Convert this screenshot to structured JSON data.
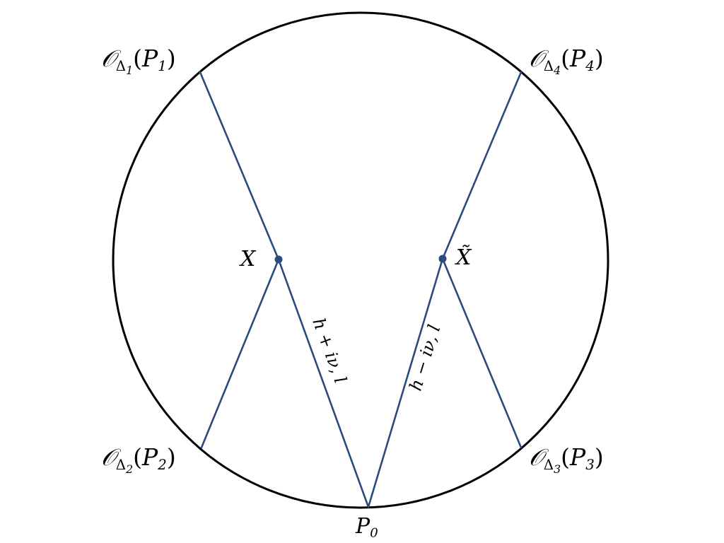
{
  "diagram": {
    "circle_color": "#000000",
    "line_color": "#2a4b7c",
    "vertex_color": "#2a4b7c",
    "operators": [
      {
        "id": "op1",
        "name": "𝒪",
        "sub": "Δ",
        "subsub": "1",
        "arg": "P",
        "argsub": "1"
      },
      {
        "id": "op2",
        "name": "𝒪",
        "sub": "Δ",
        "subsub": "2",
        "arg": "P",
        "argsub": "2"
      },
      {
        "id": "op3",
        "name": "𝒪",
        "sub": "Δ",
        "subsub": "3",
        "arg": "P",
        "argsub": "3"
      },
      {
        "id": "op4",
        "name": "𝒪",
        "sub": "Δ",
        "subsub": "4",
        "arg": "P",
        "argsub": "4"
      }
    ],
    "vertices": {
      "left": "X",
      "right": "X̃"
    },
    "bottom_point": {
      "name": "P",
      "sub": "0"
    },
    "edge_labels": {
      "left": "h + iν, l",
      "right": "h − iν, l"
    }
  }
}
